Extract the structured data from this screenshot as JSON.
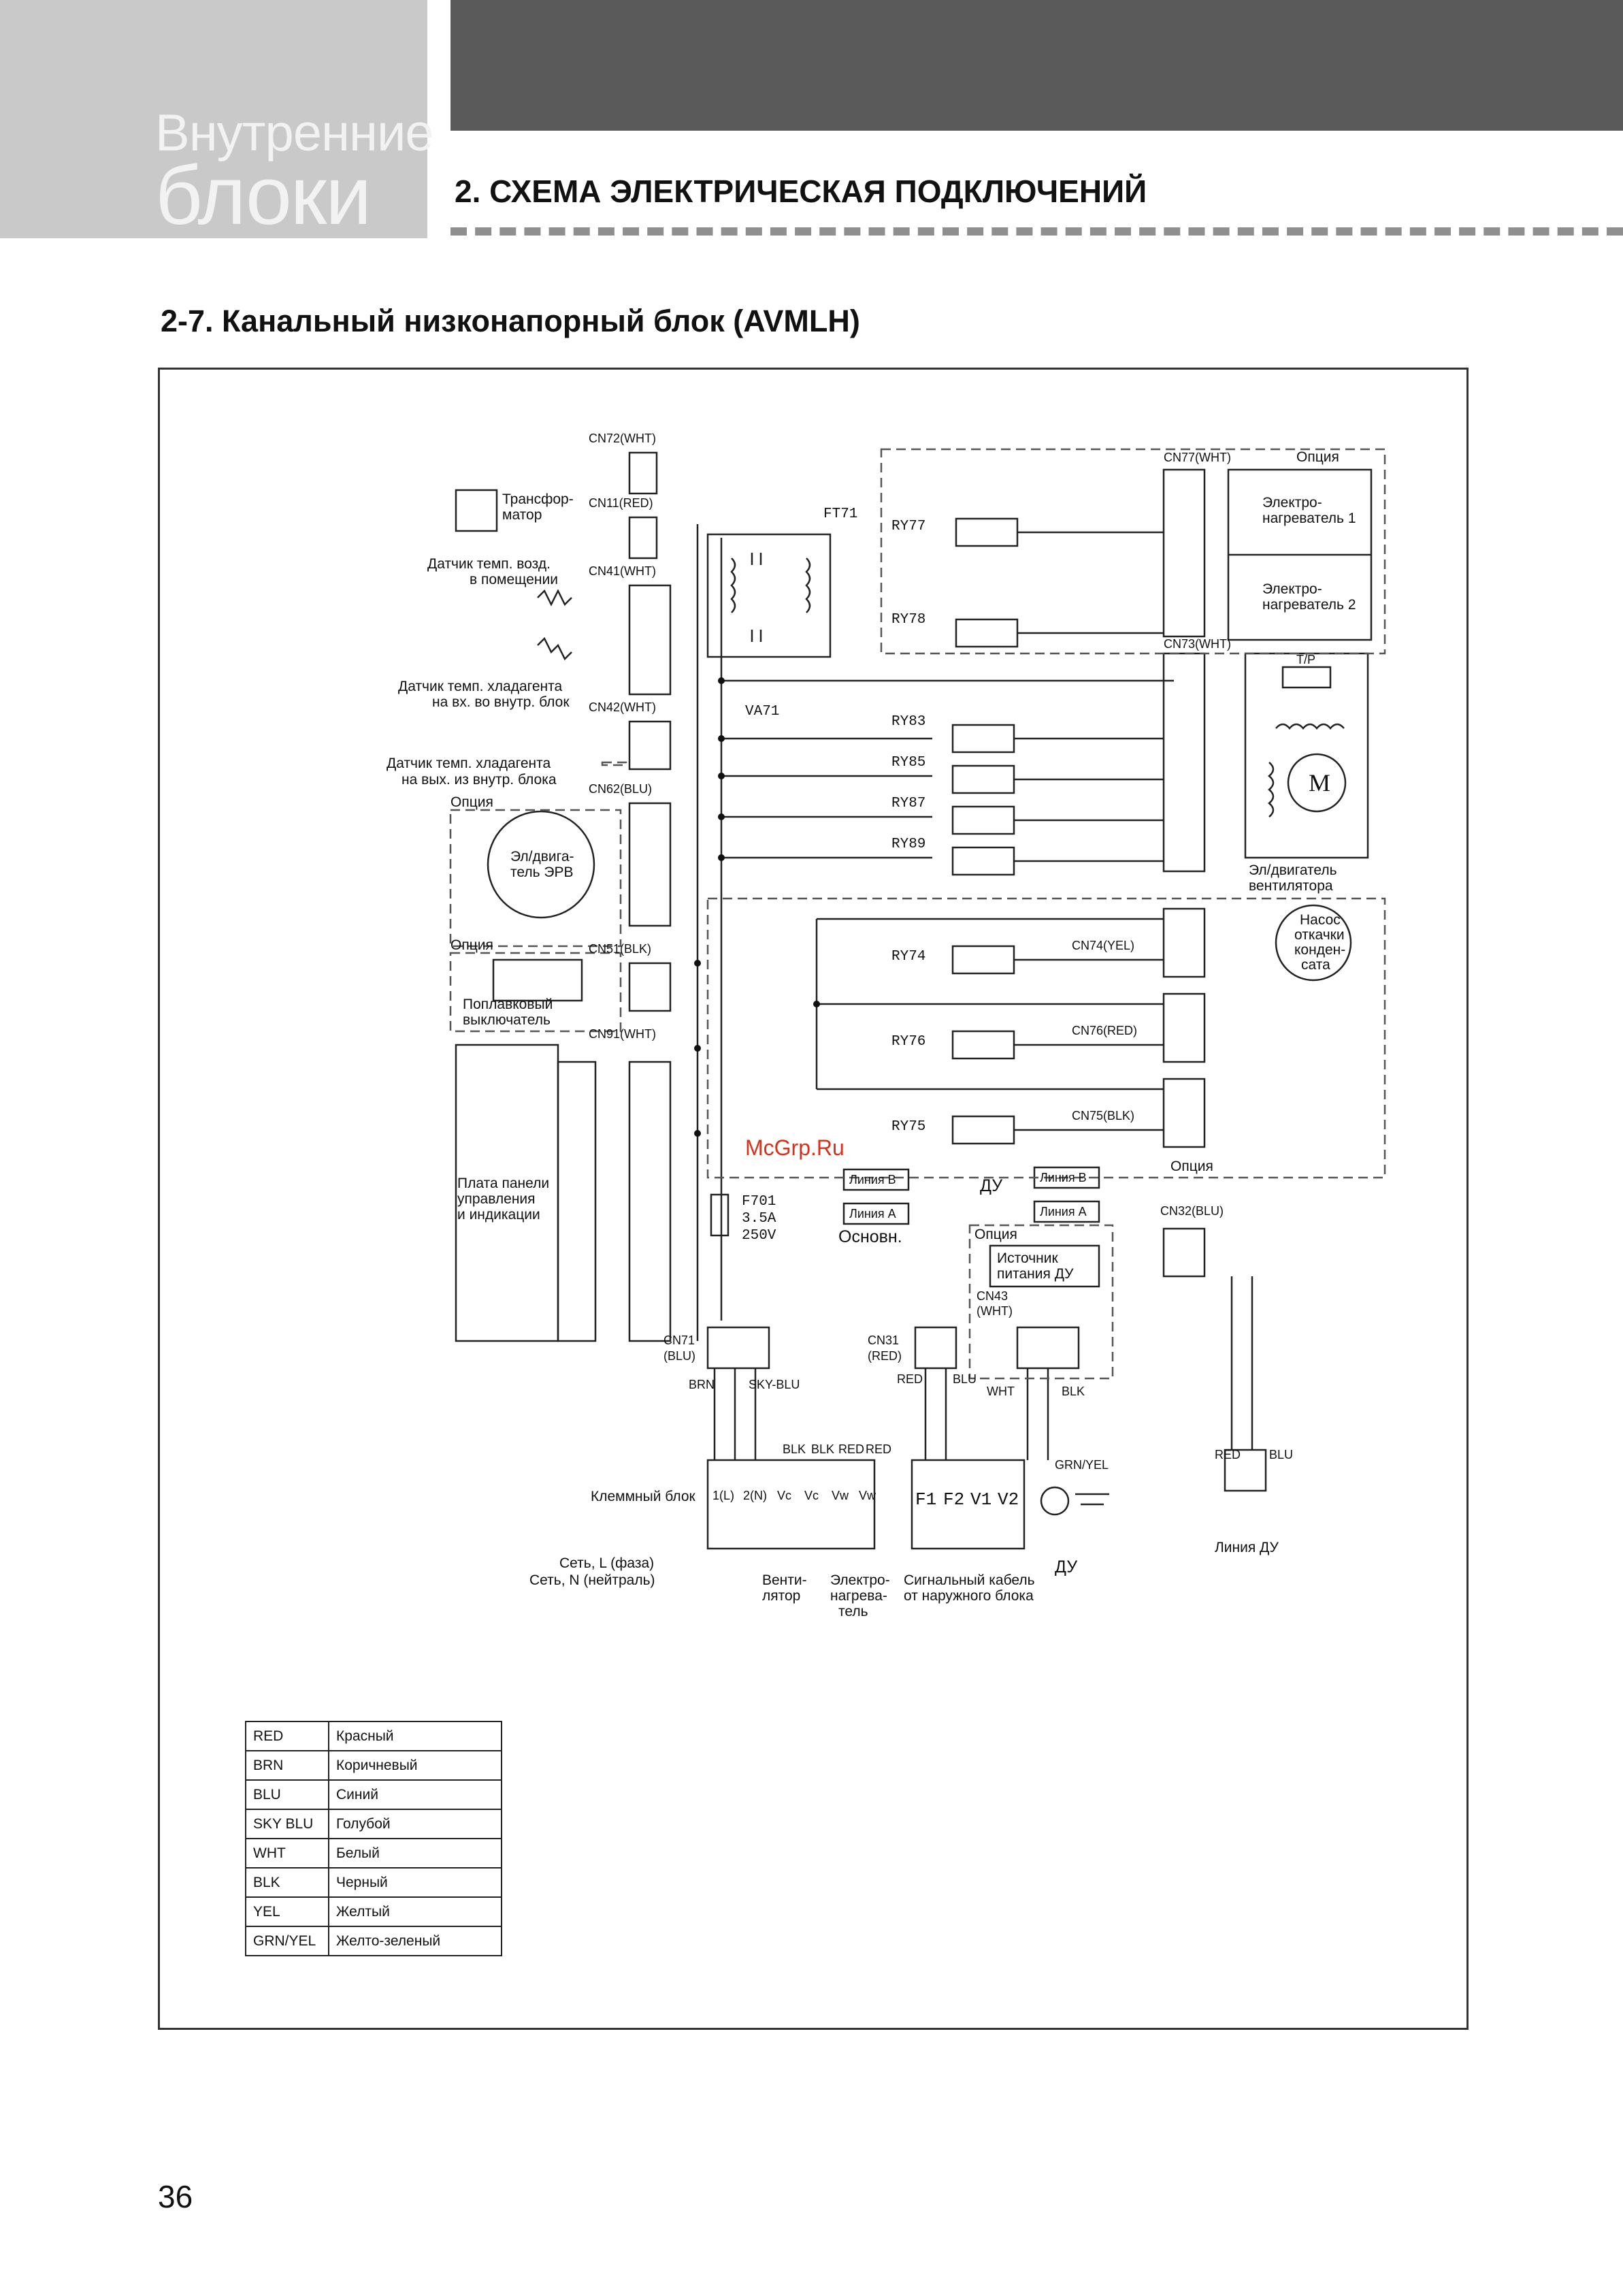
{
  "section": {
    "line1": "Внутренние",
    "line2": "блоки"
  },
  "header": {
    "title": "2.  СХЕМА ЭЛЕКТРИЧЕСКАЯ ПОДКЛЮЧЕНИЙ"
  },
  "subtitle": "2-7. Канальный низконапорный блок (AVMLH)",
  "watermark": "McGrp.Ru",
  "page_number": "36",
  "diagram": {
    "connectors": {
      "cn72": "CN72(WHT)",
      "cn11": "CN11(RED)",
      "cn41": "CN41(WHT)",
      "cn42": "CN42(WHT)",
      "cn62": "CN62(BLU)",
      "cn51": "CN51(BLK)",
      "cn91": "CN91(WHT)",
      "cn71a": "CN71",
      "cn71b": "(BLU)",
      "cn31a": "CN31",
      "cn31b": "(RED)",
      "cn43a": "CN43",
      "cn43b": "(WHT)",
      "cn77": "CN77(WHT)",
      "cn73": "CN73(WHT)",
      "cn74": "CN74(YEL)",
      "cn76": "CN76(RED)",
      "cn75": "CN75(BLK)",
      "cn32": "CN32(BLU)"
    },
    "components": {
      "ft71": "FT71",
      "va71": "VA71",
      "f701_1": "F701",
      "f701_2": "3.5A",
      "f701_3": "250V",
      "ry77": "RY77",
      "ry78": "RY78",
      "ry83": "RY83",
      "ry85": "RY85",
      "ry87": "RY87",
      "ry89": "RY89",
      "ry74": "RY74",
      "ry76": "RY76",
      "ry75": "RY75",
      "tp": "T/P",
      "motor": "M"
    },
    "labels": {
      "transformer1": "Трансфор-",
      "transformer2": "матор",
      "room_sensor1": "Датчик темп. возд.",
      "room_sensor2": "в помещении",
      "inlet_sensor1": "Датчик темп. хладагента",
      "inlet_sensor2": "на вх. во внутр. блок",
      "outlet_sensor1": "Датчик темп. хладагента",
      "outlet_sensor2": "на вых. из внутр. блока",
      "option": "Опция",
      "eev1": "Эл/двига-",
      "eev2": "тель ЭРВ",
      "float1": "Поплавковый",
      "float2": "выключатель",
      "panel1": "Плата панели",
      "panel2": "управления",
      "panel3": "и индикации",
      "heater1a": "Электро-",
      "heater1b": "нагреватель 1",
      "heater2a": "Электро-",
      "heater2b": "нагреватель 2",
      "fanmotor1": "Эл/двигатель",
      "fanmotor2": "вентилятора",
      "pump1": "Насос",
      "pump2": "откачки",
      "pump3": "конден-",
      "pump4": "сата",
      "line_b": "Линия В",
      "line_a": "Линия А",
      "main": "Основн.",
      "du": "ДУ",
      "du_source1": "Источник",
      "du_source2": "питания ДУ",
      "terminal_block": "Клеммный блок",
      "mains_l": "Сеть, L (фаза)",
      "mains_n": "Сеть, N (нейтраль)",
      "fan1": "Венти-",
      "fan2": "лятор",
      "heater1": "Электро-",
      "heater2": "нагрева-",
      "heater3": "тель",
      "signal1": "Сигнальный кабель",
      "signal2": "от наружного блока",
      "du_line": "Линия ДУ"
    },
    "wires": {
      "brn": "BRN",
      "skyblu": "SKY-BLU",
      "red": "RED",
      "blu": "BLU",
      "wht": "WHT",
      "blk": "BLK",
      "grnyel": "GRN/YEL"
    },
    "terminals": [
      "1(L)",
      "2(N)",
      "Vc",
      "Vc",
      "Vw",
      "Vw",
      "F1",
      "F2",
      "V1",
      "V2"
    ]
  },
  "legend": [
    {
      "code": "RED",
      "name": "Красный"
    },
    {
      "code": "BRN",
      "name": "Коричневый"
    },
    {
      "code": "BLU",
      "name": "Синий"
    },
    {
      "code": "SKY BLU",
      "name": "Голубой"
    },
    {
      "code": "WHT",
      "name": "Белый"
    },
    {
      "code": "BLK",
      "name": "Черный"
    },
    {
      "code": "YEL",
      "name": "Желтый"
    },
    {
      "code": "GRN/YEL",
      "name": "Желто-зеленый"
    }
  ]
}
